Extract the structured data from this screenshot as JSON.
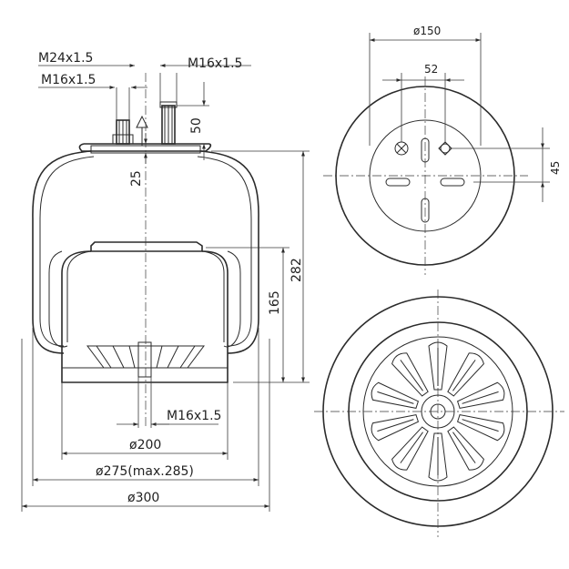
{
  "side_view": {
    "labels": {
      "top_thread_large": "M24x1.5",
      "top_thread_small": "M16x1.5",
      "top_thread_right": "M16x1.5",
      "dim_50": "50",
      "dim_25": "25",
      "dim_282": "282",
      "dim_165": "165",
      "bottom_thread": "M16x1.5",
      "dia_200": "ø200",
      "dia_275": "ø275(max.285)",
      "dia_300": "ø300"
    }
  },
  "top_view": {
    "labels": {
      "dia_150": "ø150",
      "dim_52": "52",
      "dim_45": "45"
    }
  },
  "bottom_view": {
    "spoke_count": 10
  }
}
